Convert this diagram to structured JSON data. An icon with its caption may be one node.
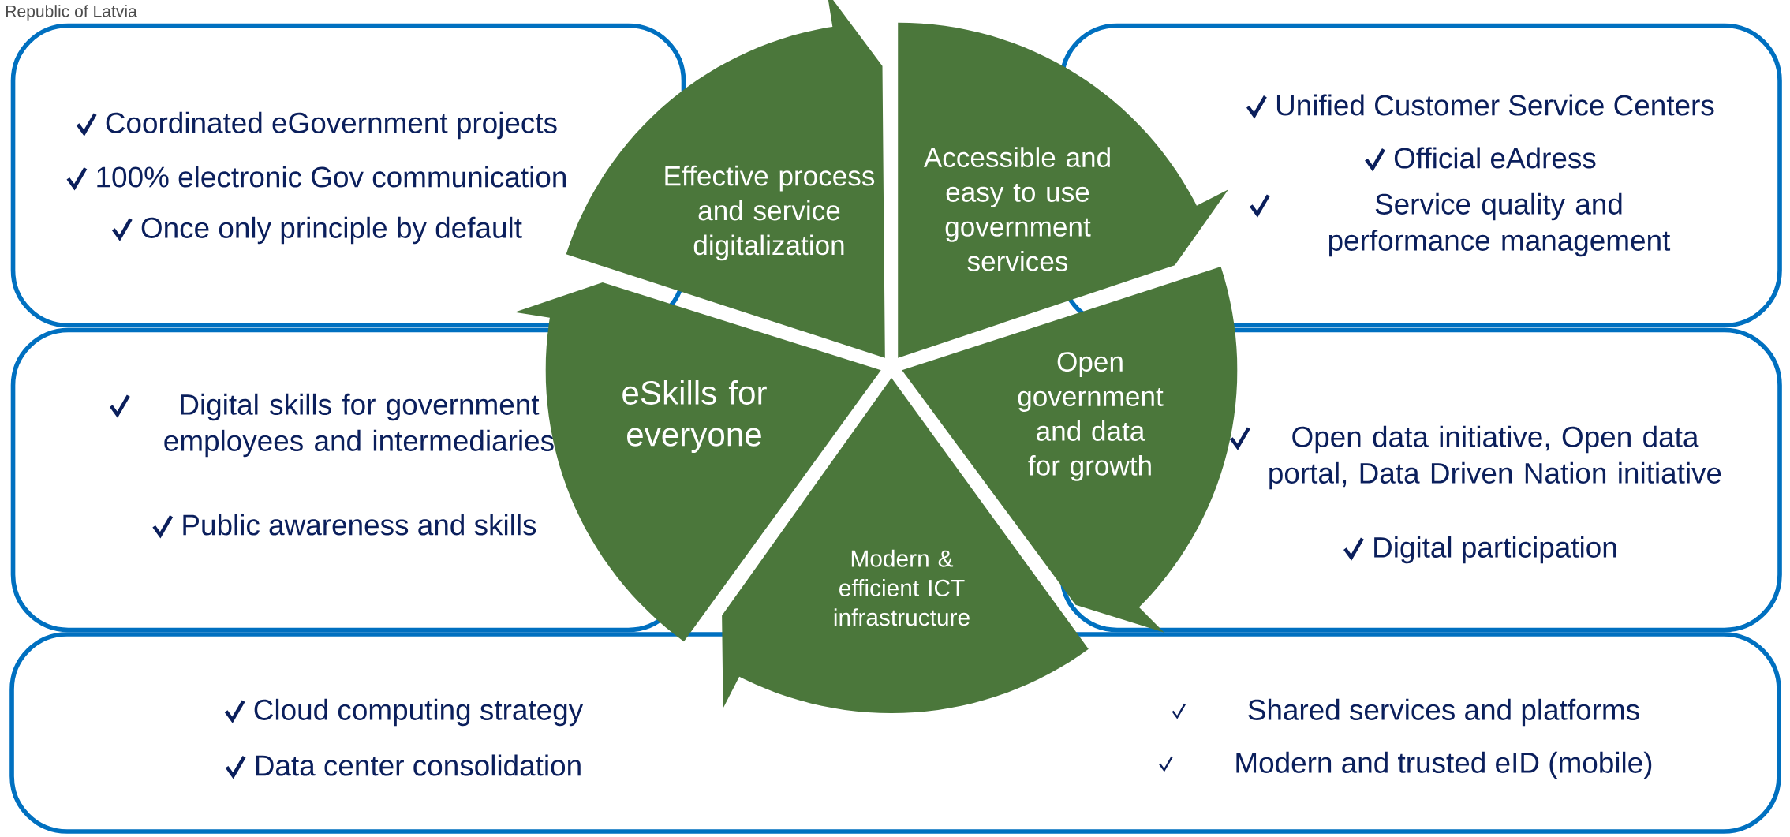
{
  "diagram": {
    "nodes": [
      {
        "text": [
          "Coordinated eGovernment projects",
          "100% electronic Gov communication",
          "Once only principle by default"
        ]
      },
      {
        "text": [
          "Unified Customer Service Centers",
          "Official eAdress",
          "Service quality and performance management"
        ]
      },
      {
        "text": [
          "Digital skills for government employees and intermediaries",
          "Public awareness and skills"
        ]
      },
      {
        "text": [
          "Open data initiative, Open data portal, Data Driven Nation initiative",
          "Digital participation"
        ]
      },
      {
        "text": [
          "Cloud computing strategy",
          "Data center consolidation",
          "Shared services and platforms",
          "Modern and trusted eID (mobile)"
        ]
      },
      {
        "text": [
          "Effective process and service digitalization"
        ]
      },
      {
        "text": [
          "Accessible and easy to use government services"
        ]
      },
      {
        "text": [
          "eSkills for everyone"
        ]
      },
      {
        "text": [
          "Open government and data for growth"
        ]
      },
      {
        "text": [
          "Modern & efficient ICT infrastructure"
        ]
      }
    ],
    "labels": [
      "Republic of Latvia"
    ]
  }
}
